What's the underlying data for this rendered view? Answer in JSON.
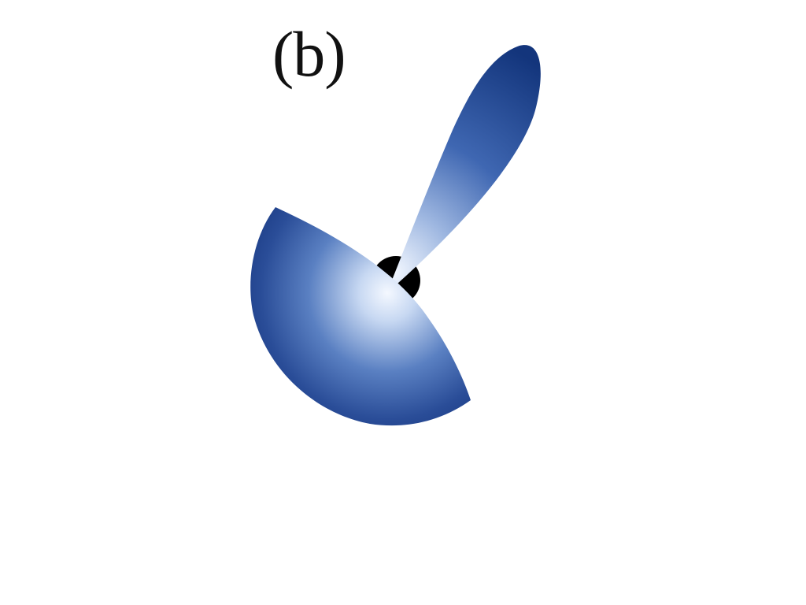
{
  "figure": {
    "panel_label": "(b)",
    "colors": {
      "lobe_dark": "#1b3d85",
      "lobe_light": "#e8f0ff",
      "nucleus": "#000000",
      "background": "#ffffff"
    },
    "shapes": [
      "small-lobe",
      "large-hemispherical-lobe",
      "central-dot"
    ]
  }
}
